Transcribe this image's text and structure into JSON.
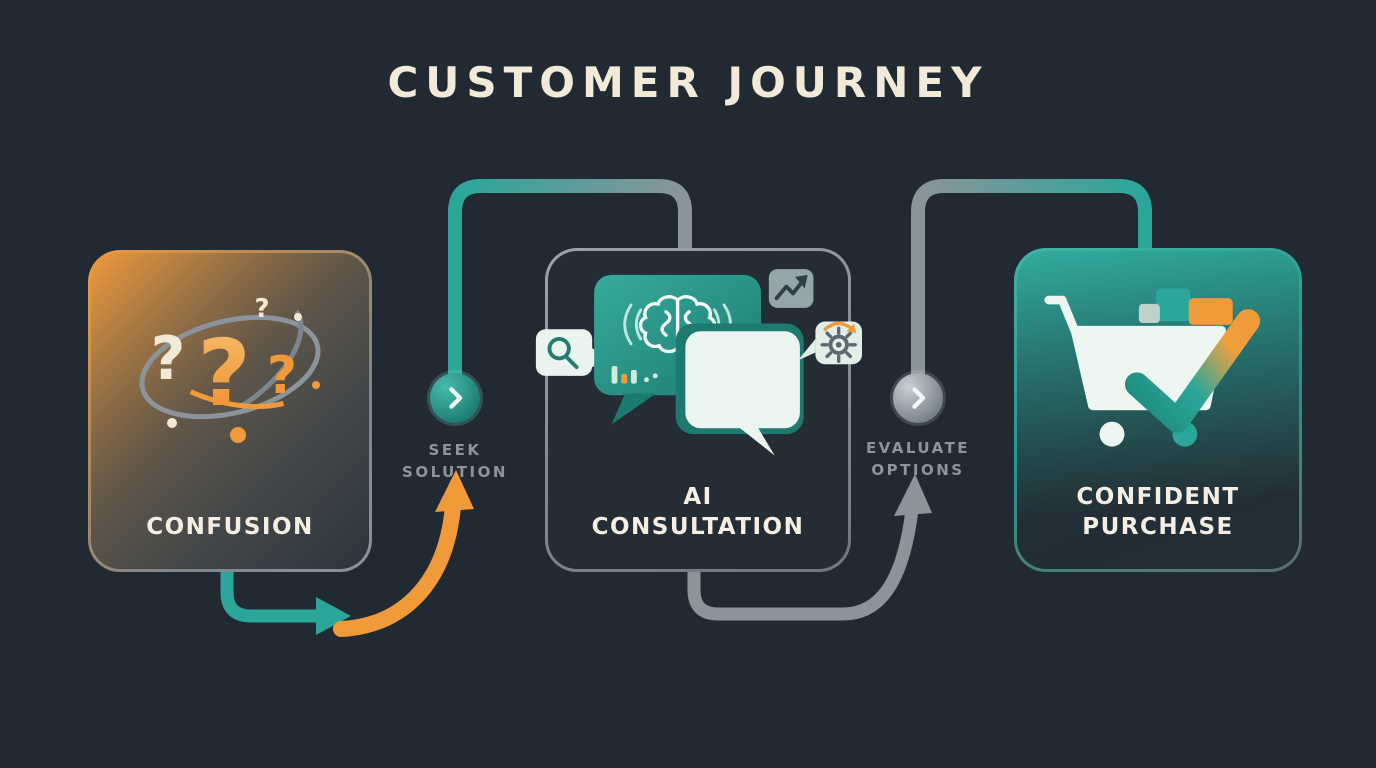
{
  "title": "CUSTOMER JOURNEY",
  "stages": [
    {
      "id": "confusion",
      "label": "CONFUSION",
      "icon": "question-marks-icon"
    },
    {
      "id": "ai-consultation",
      "label_line1": "AI",
      "label_line2": "CONSULTATION",
      "icon": "chat-brain-icon"
    },
    {
      "id": "confident-purchase",
      "label_line1": "CONFIDENT",
      "label_line2": "PURCHASE",
      "icon": "cart-checkmark-icon"
    }
  ],
  "connectors": [
    {
      "id": "seek-solution",
      "label_line1": "SEEK",
      "label_line2": "SOLUTION",
      "icon": "chevron-right-icon"
    },
    {
      "id": "evaluate-options",
      "label_line1": "EVALUATE",
      "label_line2": "OPTIONS",
      "icon": "chevron-right-icon"
    }
  ],
  "glyphs": {
    "question_mark": "?"
  },
  "colors": {
    "background": "#212a32",
    "accent_orange": "#f09a3a",
    "accent_teal": "#2aa79a",
    "neutral_gray": "#8b949b",
    "cream": "#f3e9d7",
    "bubble_mint": "#ecf6f0"
  }
}
